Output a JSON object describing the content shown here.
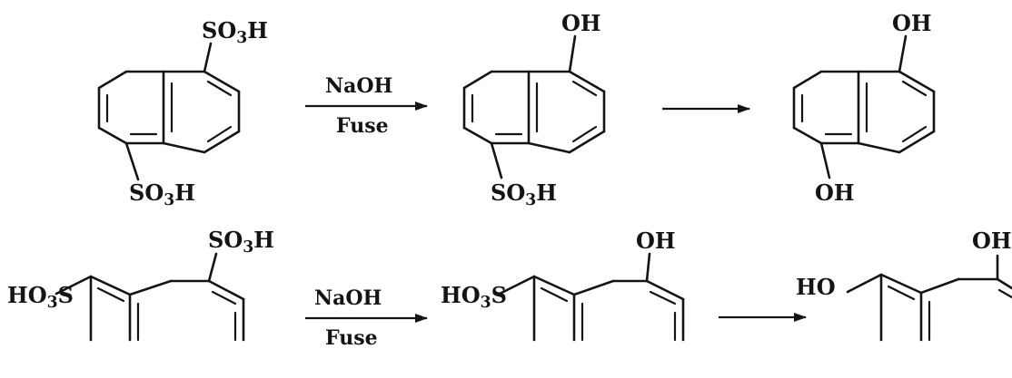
{
  "rows": [
    {
      "start": {
        "label_top": "SO3H",
        "label_bottom": "SO3H"
      },
      "arrow1": {
        "reagent": "NaOH",
        "condition": "Fuse"
      },
      "intermediate": {
        "label_top": "OH",
        "label_bottom": "SO3H"
      },
      "product": {
        "label_top": "OH",
        "label_bottom": "OH"
      }
    },
    {
      "start": {
        "label_top": "SO3H",
        "label_left": "HO3S"
      },
      "arrow1": {
        "reagent": "NaOH",
        "condition": "Fuse"
      },
      "intermediate": {
        "label_top": "OH",
        "label_left": "HO3S"
      },
      "product": {
        "label_top": "OH",
        "label_left": "HO"
      }
    }
  ]
}
